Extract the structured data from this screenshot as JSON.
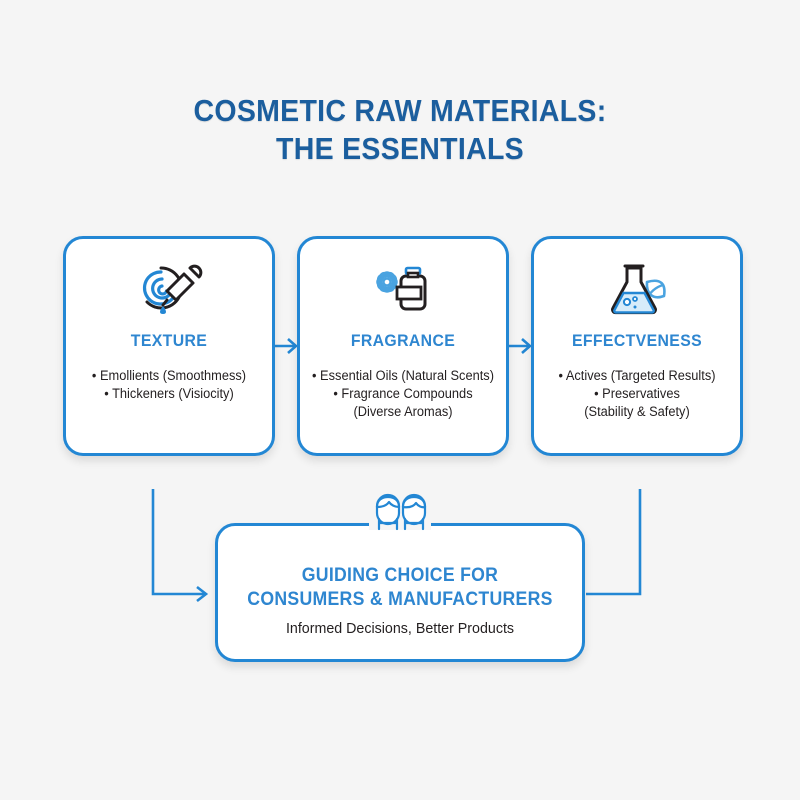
{
  "page": {
    "background_color": "#f5f5f5",
    "title_color": "#1b5e9e",
    "accent_color": "#2387d4",
    "heading_color": "#2e86d0",
    "body_text_color": "#231f20"
  },
  "title": {
    "line1": "COSMETIC RAW MATERIALS:",
    "line2": "THE ESSENTIALS"
  },
  "cards": [
    {
      "id": "texture",
      "icon": "dropper-spiral-icon",
      "heading": "TEXTURE",
      "bullets": [
        "• Emollients (Smoothmess)",
        "• Thickeners (Visiocity)"
      ]
    },
    {
      "id": "fragrance",
      "icon": "flower-perfume-bottle-icon",
      "heading": "FRAGRANCE",
      "bullets": [
        "• Essential Oils (Natural Scents)",
        "• Fragrance Compounds",
        "(Diverse Aromas)"
      ]
    },
    {
      "id": "effectveness",
      "icon": "flask-leaf-icon",
      "heading": "EFFECTVENESS",
      "bullets": [
        "• Actives (Targeted Results)",
        "• Preservatives",
        "(Stability & Safety)"
      ]
    }
  ],
  "bottom_card": {
    "id": "guiding-choice",
    "icon": "two-people-icon",
    "heading_line1": "GUIDING CHOICE FOR",
    "heading_line2": "CONSUMERS & MANUFACTURERS",
    "subtitle": "Informed Decisions, Better Products"
  },
  "connectors": [
    {
      "id": "texture-to-fragrance",
      "type": "arrow-right"
    },
    {
      "id": "fragrance-to-effectveness",
      "type": "arrow-right"
    },
    {
      "id": "texture-to-bottom",
      "type": "elbow-down-right-arrow"
    },
    {
      "id": "effectveness-to-bottom",
      "type": "elbow-down-left"
    }
  ]
}
